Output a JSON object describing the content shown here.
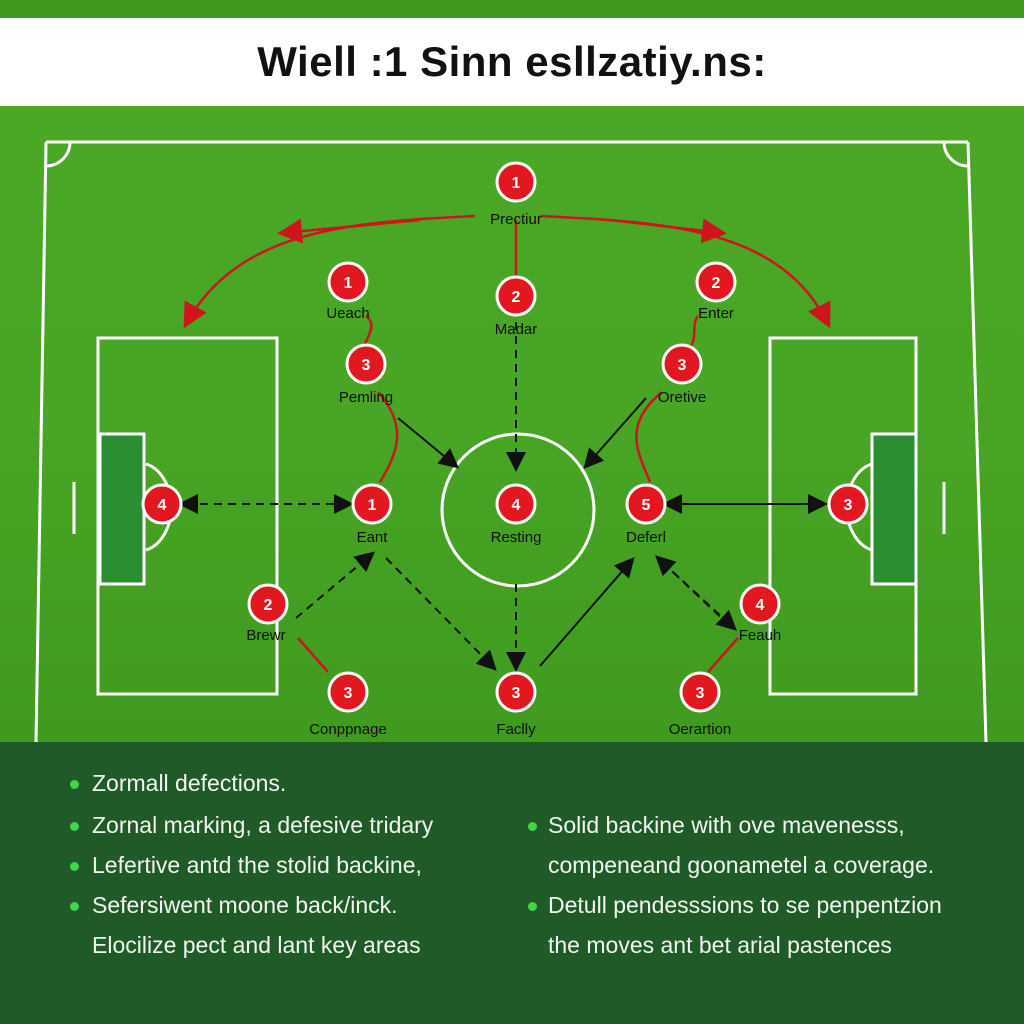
{
  "title": "Wiell :1 Sinn esllzatiy.ns:",
  "colors": {
    "grass": "#49a524",
    "lines": "#ffffff",
    "player": "#e3171f",
    "arrow_red": "#d0141c",
    "arrow_black": "#111111",
    "notes_bg": "#1f5a28",
    "bullet": "#3fd64a"
  },
  "players": [
    {
      "id": "p-top",
      "number": "1",
      "label": "Prectiur"
    },
    {
      "id": "p-left-1",
      "number": "1",
      "label": "Ueach"
    },
    {
      "id": "p-mid-2",
      "number": "2",
      "label": "Madar"
    },
    {
      "id": "p-right-2",
      "number": "2",
      "label": "Enter"
    },
    {
      "id": "p-left-3",
      "number": "3",
      "label": "Pemling"
    },
    {
      "id": "p-right-3",
      "number": "3",
      "label": "Oretive"
    },
    {
      "id": "p-left-gk",
      "number": "4",
      "label": ""
    },
    {
      "id": "p-cl-1",
      "number": "1",
      "label": "Eant"
    },
    {
      "id": "p-center-4",
      "number": "4",
      "label": "Resting"
    },
    {
      "id": "p-cr-5",
      "number": "5",
      "label": "Deferl"
    },
    {
      "id": "p-right-gk",
      "number": "3",
      "label": ""
    },
    {
      "id": "p-bl-2",
      "number": "2",
      "label": "Brewr"
    },
    {
      "id": "p-br-4",
      "number": "4",
      "label": "Feauh"
    },
    {
      "id": "p-bottom-l-3",
      "number": "3",
      "label": "Conppnage"
    },
    {
      "id": "p-bottom-c-3",
      "number": "3",
      "label": "Faclly"
    },
    {
      "id": "p-bottom-r-3",
      "number": "3",
      "label": "Oerartion"
    }
  ],
  "notes": {
    "left": [
      "Zormall defections.",
      "Zornal marking, a defesive tridary",
      "Lefertive antd the stolid backine,",
      "Sefersiwent moone back/inck.",
      "Elocilize pect and lant key areas"
    ],
    "right": [
      "Solid backine with ove mavenesss,",
      "compeneand goonametel a coverage.",
      "Detull pendesssions to se penpentzion",
      "the moves ant bet arial pastences"
    ]
  }
}
